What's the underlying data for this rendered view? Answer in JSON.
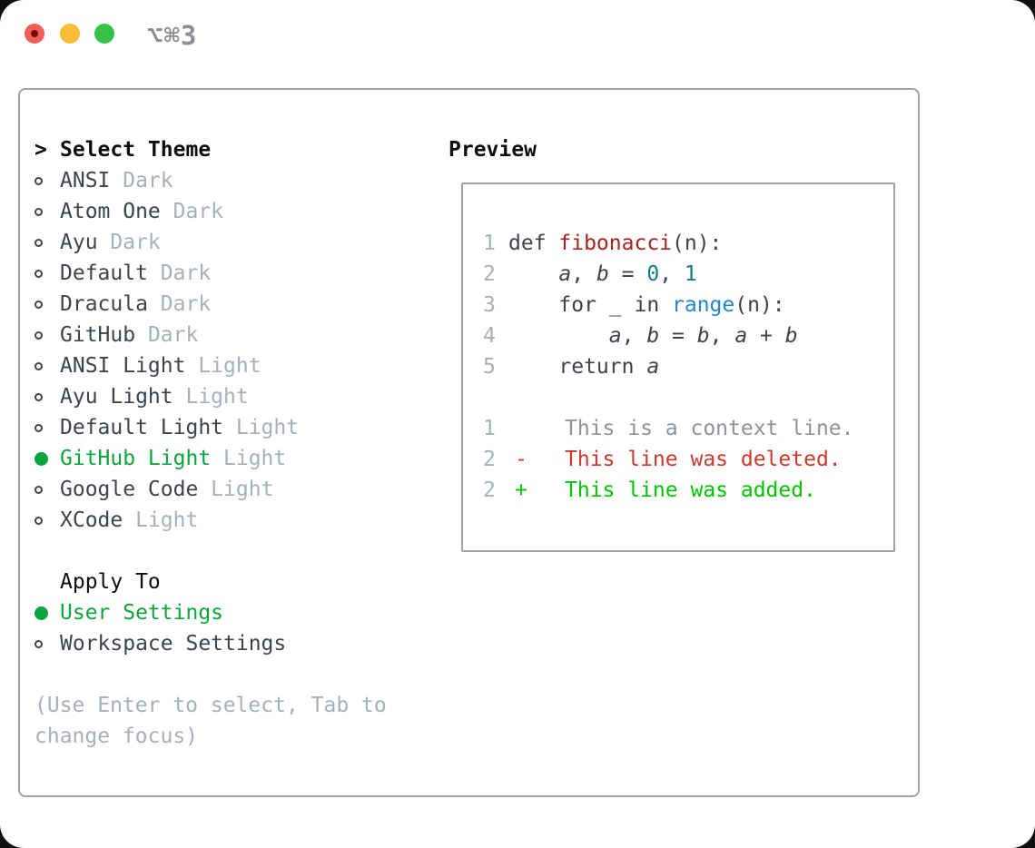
{
  "window": {
    "shortcut_label": "⌥⌘3"
  },
  "colors": {
    "traffic_red": "#f25e57",
    "traffic_yellow": "#f7bd37",
    "traffic_green": "#35c148",
    "border_gray": "#9ba3ac",
    "accent_green": "#0ca53d",
    "added_green": "#01c301",
    "deleted_red": "#c93a2d",
    "function_red": "#a5231c",
    "number_teal": "#0f7e81",
    "builtin_blue": "#1f86c6",
    "muted_gray": "#a7afb9",
    "text_dark": "#3c434d"
  },
  "theme_menu": {
    "header_prefix": ">",
    "header": "Select Theme",
    "items": [
      {
        "name": "ANSI",
        "variant": "Dark",
        "selected": false
      },
      {
        "name": "Atom One",
        "variant": "Dark",
        "selected": false
      },
      {
        "name": "Ayu",
        "variant": "Dark",
        "selected": false
      },
      {
        "name": "Default",
        "variant": "Dark",
        "selected": false
      },
      {
        "name": "Dracula",
        "variant": "Dark",
        "selected": false
      },
      {
        "name": "GitHub",
        "variant": "Dark",
        "selected": false
      },
      {
        "name": "ANSI Light",
        "variant": "Light",
        "selected": false
      },
      {
        "name": "Ayu Light",
        "variant": "Light",
        "selected": false
      },
      {
        "name": "Default Light",
        "variant": "Light",
        "selected": false
      },
      {
        "name": "GitHub Light",
        "variant": "Light",
        "selected": true
      },
      {
        "name": "Google Code",
        "variant": "Light",
        "selected": false
      },
      {
        "name": "XCode",
        "variant": "Light",
        "selected": false
      }
    ]
  },
  "apply_to": {
    "header": "Apply To",
    "options": [
      {
        "name": "User Settings",
        "selected": true
      },
      {
        "name": "Workspace Settings",
        "selected": false
      }
    ]
  },
  "hint": "(Use Enter to select, Tab to change focus)",
  "preview": {
    "title": "Preview",
    "code_lines": [
      {
        "num": "1",
        "tokens": [
          {
            "t": "def ",
            "c": "plain"
          },
          {
            "t": "fibonacci",
            "c": "func"
          },
          {
            "t": "(n):",
            "c": "plain"
          }
        ]
      },
      {
        "num": "2",
        "tokens": [
          {
            "t": "    ",
            "c": "plain"
          },
          {
            "t": "a",
            "c": "var"
          },
          {
            "t": ", ",
            "c": "plain"
          },
          {
            "t": "b",
            "c": "var"
          },
          {
            "t": " = ",
            "c": "plain"
          },
          {
            "t": "0",
            "c": "num"
          },
          {
            "t": ", ",
            "c": "plain"
          },
          {
            "t": "1",
            "c": "num"
          }
        ]
      },
      {
        "num": "3",
        "tokens": [
          {
            "t": "    for _ in ",
            "c": "plain"
          },
          {
            "t": "range",
            "c": "builtin"
          },
          {
            "t": "(n):",
            "c": "plain"
          }
        ]
      },
      {
        "num": "4",
        "tokens": [
          {
            "t": "        ",
            "c": "plain"
          },
          {
            "t": "a",
            "c": "var"
          },
          {
            "t": ", ",
            "c": "plain"
          },
          {
            "t": "b",
            "c": "var"
          },
          {
            "t": " = ",
            "c": "plain"
          },
          {
            "t": "b",
            "c": "var"
          },
          {
            "t": ", ",
            "c": "plain"
          },
          {
            "t": "a",
            "c": "var"
          },
          {
            "t": " + ",
            "c": "plain"
          },
          {
            "t": "b",
            "c": "var"
          }
        ]
      },
      {
        "num": "5",
        "tokens": [
          {
            "t": "    return ",
            "c": "plain"
          },
          {
            "t": "a",
            "c": "var"
          }
        ]
      }
    ],
    "diff_lines": [
      {
        "num": "1",
        "marker": " ",
        "text": "This is a context line.",
        "kind": "context"
      },
      {
        "num": "2",
        "marker": "-",
        "text": "This line was deleted.",
        "kind": "deleted"
      },
      {
        "num": "2",
        "marker": "+",
        "text": "This line was added.",
        "kind": "added"
      }
    ]
  }
}
